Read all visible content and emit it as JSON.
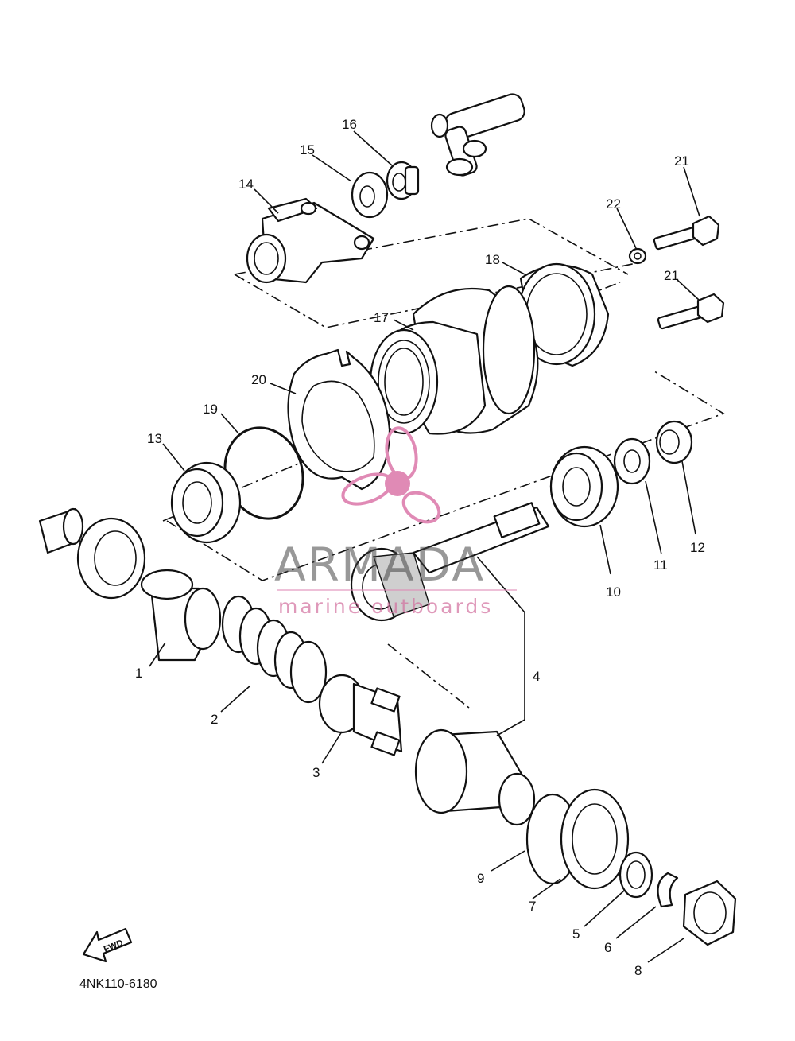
{
  "diagram_code": "4NK110-6180",
  "fwd_label": "FWD",
  "watermark": {
    "brand": "ARMADA",
    "tagline": "marine outboards",
    "brand_color": "#e08ab5"
  },
  "callouts": {
    "p1": "1",
    "p2": "2",
    "p3": "3",
    "p4": "4",
    "p5": "5",
    "p6": "6",
    "p7": "7",
    "p8": "8",
    "p9": "9",
    "p10": "10",
    "p11": "11",
    "p12": "12",
    "p13": "13",
    "p14": "14",
    "p15": "15",
    "p16": "16",
    "p17": "17",
    "p18": "18",
    "p19": "19",
    "p20": "20",
    "p21a": "21",
    "p21b": "21",
    "p22": "22"
  }
}
